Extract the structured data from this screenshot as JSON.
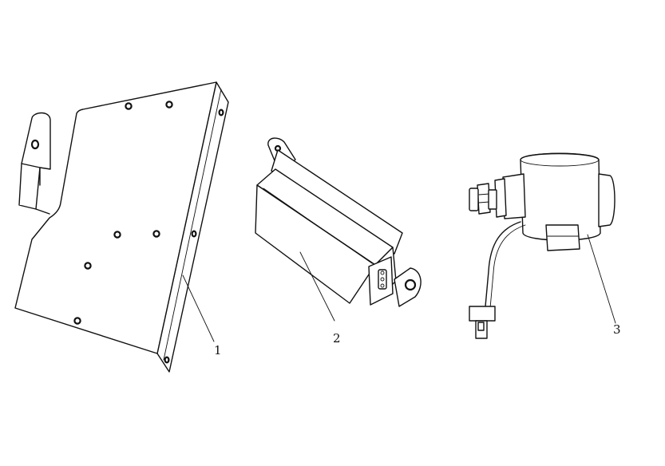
{
  "callouts": [
    {
      "id": "1",
      "text": "1"
    },
    {
      "id": "2",
      "text": "2"
    },
    {
      "id": "3",
      "text": "3"
    }
  ],
  "parts": [
    {
      "callout": "1",
      "icon": "mounting-bracket-plate-icon"
    },
    {
      "callout": "2",
      "icon": "control-module-box-icon"
    },
    {
      "callout": "3",
      "icon": "solenoid-relay-icon"
    }
  ],
  "colors": {
    "line": "#111111",
    "background": "#ffffff"
  }
}
